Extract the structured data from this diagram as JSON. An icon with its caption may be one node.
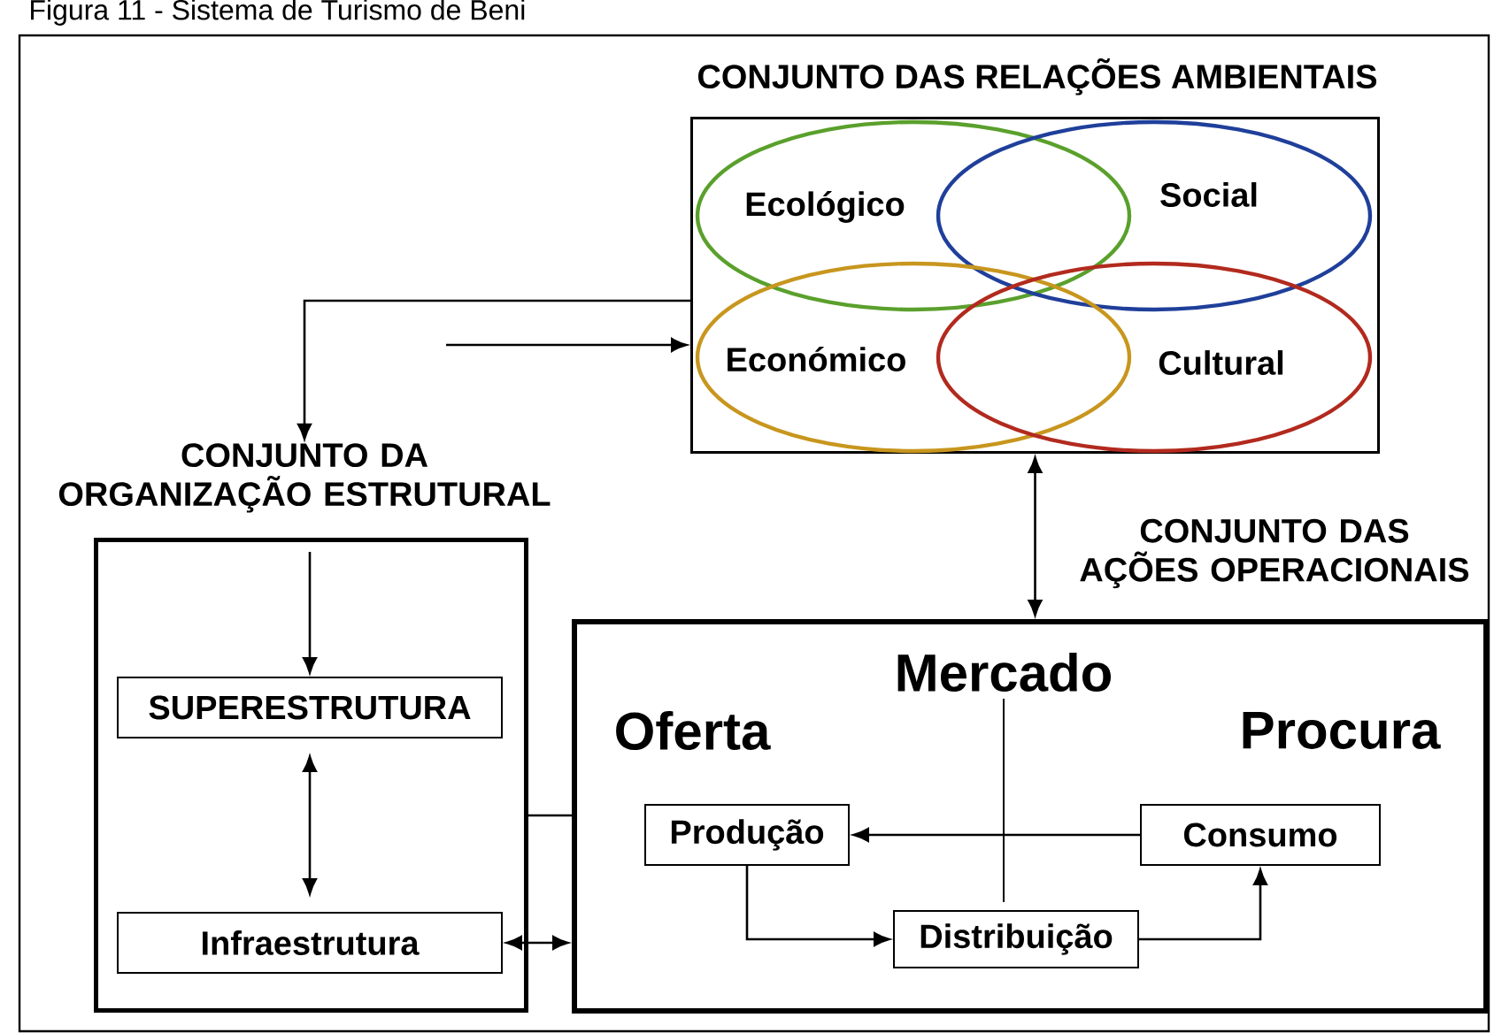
{
  "diagram": {
    "title": "Figura 11 - Sistema de Turismo de Beni",
    "nodes": [
      {
        "text": [
          "CONJUNTO DAS RELAÇÕES AMBIENTAIS"
        ]
      },
      {
        "text": [
          "Ecológico"
        ],
        "in": 0
      },
      {
        "text": [
          "Social"
        ],
        "in": 0
      },
      {
        "text": [
          "Económico"
        ],
        "in": 0
      },
      {
        "text": [
          "Cultural"
        ],
        "in": 0
      },
      {
        "text": [
          "CONJUNTO DA ORGANIZAÇÃO ESTRUTURAL"
        ]
      },
      {
        "text": [
          "SUPERESTRUTURA"
        ],
        "in": 5
      },
      {
        "text": [
          "Infraestrutura"
        ],
        "in": 5
      },
      {
        "text": [
          "Mercado",
          "Oferta",
          "Procura"
        ],
        "beside": [
          "CONJUNTO DAS AÇÕES OPERACIONAIS"
        ]
      },
      {
        "text": [
          "Produção"
        ],
        "in": 8
      },
      {
        "text": [
          "Consumo"
        ],
        "in": 8
      },
      {
        "text": [
          "Distribuição"
        ],
        "in": 8
      }
    ],
    "edges": [
      {
        "from": 0,
        "to": 5,
        "arrow": "to"
      },
      {
        "from": null,
        "to": 0,
        "arrow": "to"
      },
      {
        "from": 0,
        "to": 8,
        "arrow": "both"
      },
      {
        "from": null,
        "to": 6,
        "arrow": "to"
      },
      {
        "from": 6,
        "to": 7,
        "arrow": "both"
      },
      {
        "from": 7,
        "to": 8,
        "arrow": "both"
      },
      {
        "from": 5,
        "to": 8,
        "arrow": "none"
      },
      {
        "from": 10,
        "to": 9,
        "arrow": "to"
      },
      {
        "from": 9,
        "to": 11,
        "arrow": "to"
      },
      {
        "from": 11,
        "to": 10,
        "arrow": "to"
      }
    ]
  }
}
